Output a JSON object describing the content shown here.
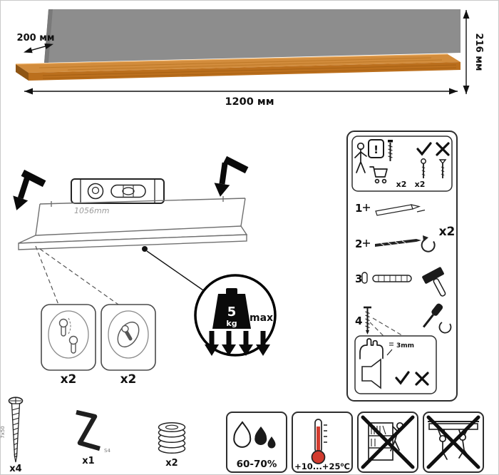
{
  "product": {
    "depth": "200 мм",
    "width": "1200 мм",
    "height": "216 мм"
  },
  "mounting": {
    "span": "1056mm",
    "left_count": "x2",
    "right_count": "x2"
  },
  "weight_limit": {
    "value": "5",
    "unit": "kg",
    "max": "max"
  },
  "panel": {
    "count": "x2",
    "warning": "!",
    "buy_count_a": "x2",
    "buy_count_b": "x2",
    "step1": "1",
    "step2": "2",
    "step3": "3",
    "step4": "4",
    "gap": "3mm"
  },
  "hardware": {
    "screw_count": "x4",
    "screw_size": "7x50",
    "key_count": "x1",
    "key_size": "S4",
    "washer_count": "x2"
  },
  "conditions": {
    "humidity": "60-70%",
    "temperature": "+10...+25⁰C"
  }
}
